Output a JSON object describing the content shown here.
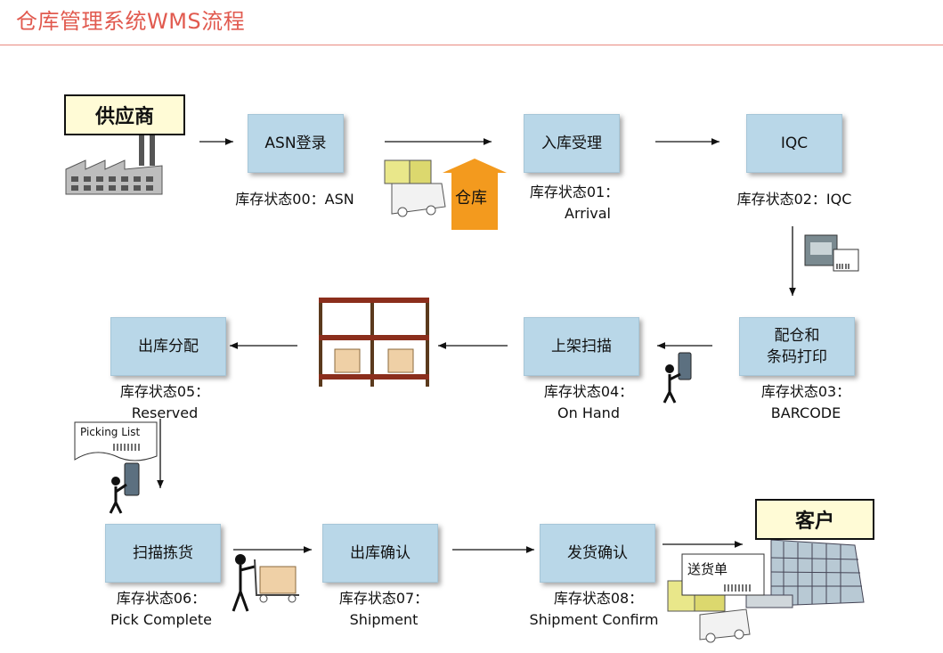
{
  "title": "仓库管理系统WMS流程",
  "supplier": "供应商",
  "customer": "客户",
  "warehouse": "仓库",
  "picking_list": "Picking List",
  "delivery_note": "送货单",
  "steps": [
    {
      "label": "ASN登录",
      "status1": "库存状态00：ASN",
      "status2": ""
    },
    {
      "label": "入库受理",
      "status1": "库存状态01：",
      "status2": "Arrival"
    },
    {
      "label": "IQC",
      "status1": "库存状态02：IQC",
      "status2": ""
    },
    {
      "label1": "配仓和",
      "label2": "条码打印",
      "status1": "库存状态03：",
      "status2": "BARCODE"
    },
    {
      "label": "上架扫描",
      "status1": "库存状态04：",
      "status2": "On Hand"
    },
    {
      "label": "出库分配",
      "status1": "库存状态05：",
      "status2": "Reserved"
    },
    {
      "label": "扫描拣货",
      "status1": "库存状态06：",
      "status2": "Pick Complete"
    },
    {
      "label": "出库确认",
      "status1": "库存状态07：",
      "status2": "Shipment"
    },
    {
      "label": "发货确认",
      "status1": "库存状态08：",
      "status2": "Shipment Confirm"
    }
  ],
  "colors": {
    "title": "#e15a4f",
    "box": "#b9d7e8",
    "warehouse": "#f39a1e",
    "label_bg": "#fffbd6"
  }
}
